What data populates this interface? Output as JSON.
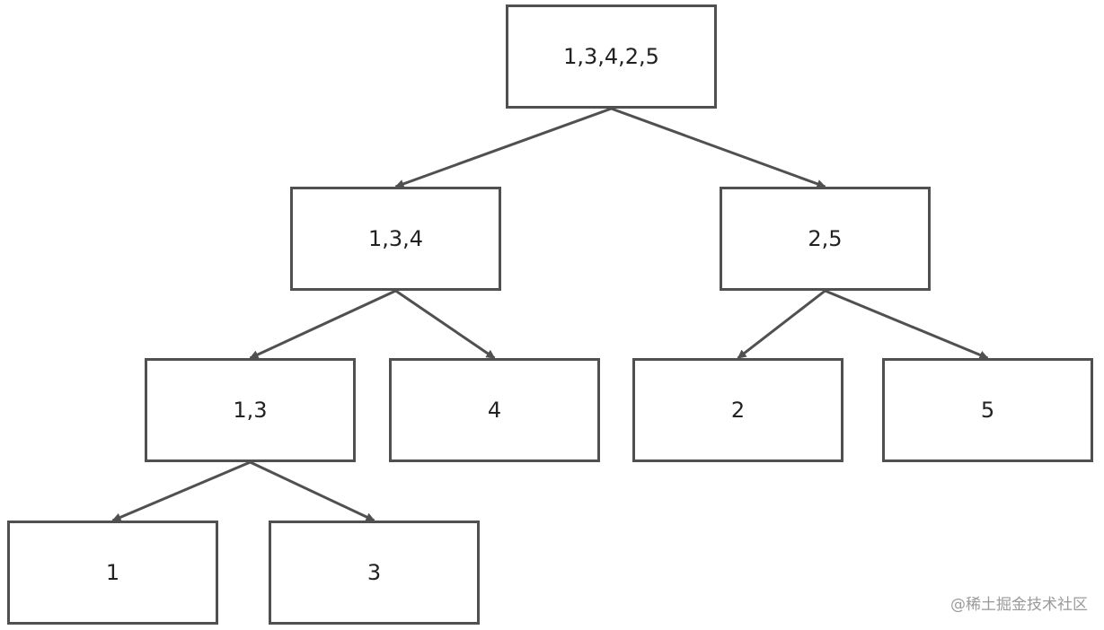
{
  "diagram": {
    "nodes": [
      {
        "id": "root",
        "label": "1,3,4,2,5"
      },
      {
        "id": "n134",
        "label": "1,3,4"
      },
      {
        "id": "n25",
        "label": "2,5"
      },
      {
        "id": "n13",
        "label": "1,3"
      },
      {
        "id": "n4",
        "label": "4"
      },
      {
        "id": "n2",
        "label": "2"
      },
      {
        "id": "n5",
        "label": "5"
      },
      {
        "id": "n1",
        "label": "1"
      },
      {
        "id": "n3",
        "label": "3"
      }
    ],
    "edges": [
      {
        "from": "root",
        "to": "n134"
      },
      {
        "from": "root",
        "to": "n25"
      },
      {
        "from": "n134",
        "to": "n13"
      },
      {
        "from": "n134",
        "to": "n4"
      },
      {
        "from": "n25",
        "to": "n2"
      },
      {
        "from": "n25",
        "to": "n5"
      },
      {
        "from": "n13",
        "to": "n1"
      },
      {
        "from": "n13",
        "to": "n3"
      }
    ],
    "colors": {
      "stroke": "#505050",
      "text": "#222222",
      "watermark": "#9a9a9a"
    }
  },
  "watermark": "@稀土掘金技术社区"
}
